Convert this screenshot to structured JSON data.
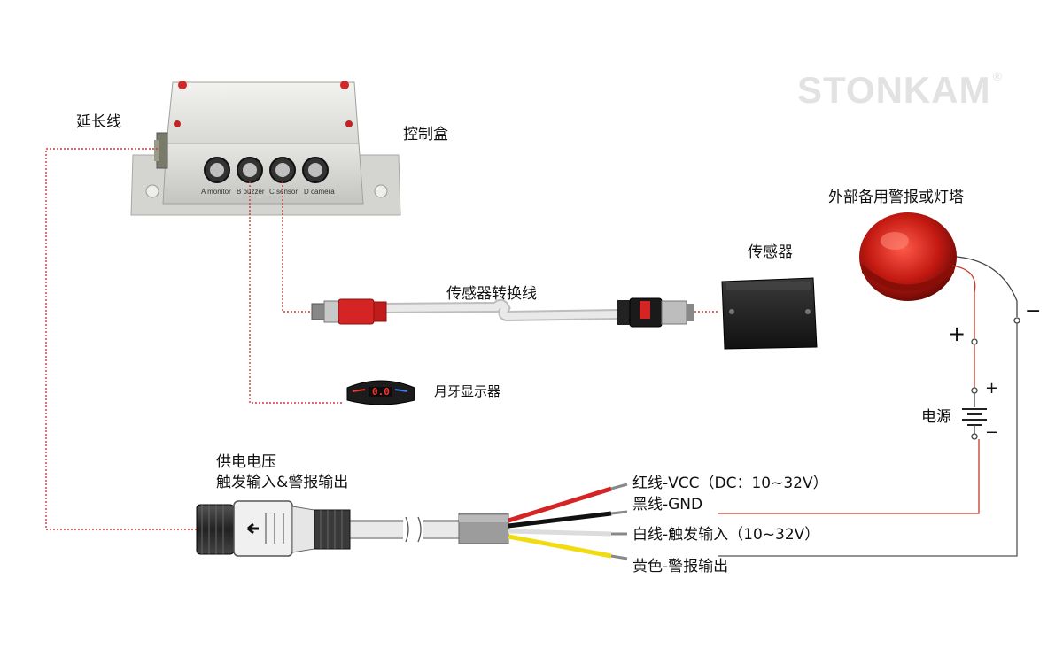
{
  "watermark": {
    "brand": "STONKAM",
    "mark": "®"
  },
  "labels": {
    "extension_cable": "延长线",
    "control_box": "控制盒",
    "sensor": "传感器",
    "sensor_adapter_cable": "传感器转换线",
    "bluetooth_display": "月牙显示器",
    "external_alarm": "外部备用警报或灯塔",
    "power_source": "电源",
    "supply_line1": "供电电压",
    "supply_line2": "触发输入&警报输出",
    "red_wire": "红线-VCC（DC：10~32V）",
    "black_wire": "黑线-GND",
    "white_wire": "白线-触发输入（10~32V）",
    "yellow_wire": "黄色-警报输出",
    "plus": "+",
    "minus": "−",
    "batt_plus": "+",
    "batt_minus": "−"
  },
  "ports": [
    "A monitor",
    "B buzzer",
    "C sensor",
    "D camera"
  ],
  "display_digits": "0.0"
}
